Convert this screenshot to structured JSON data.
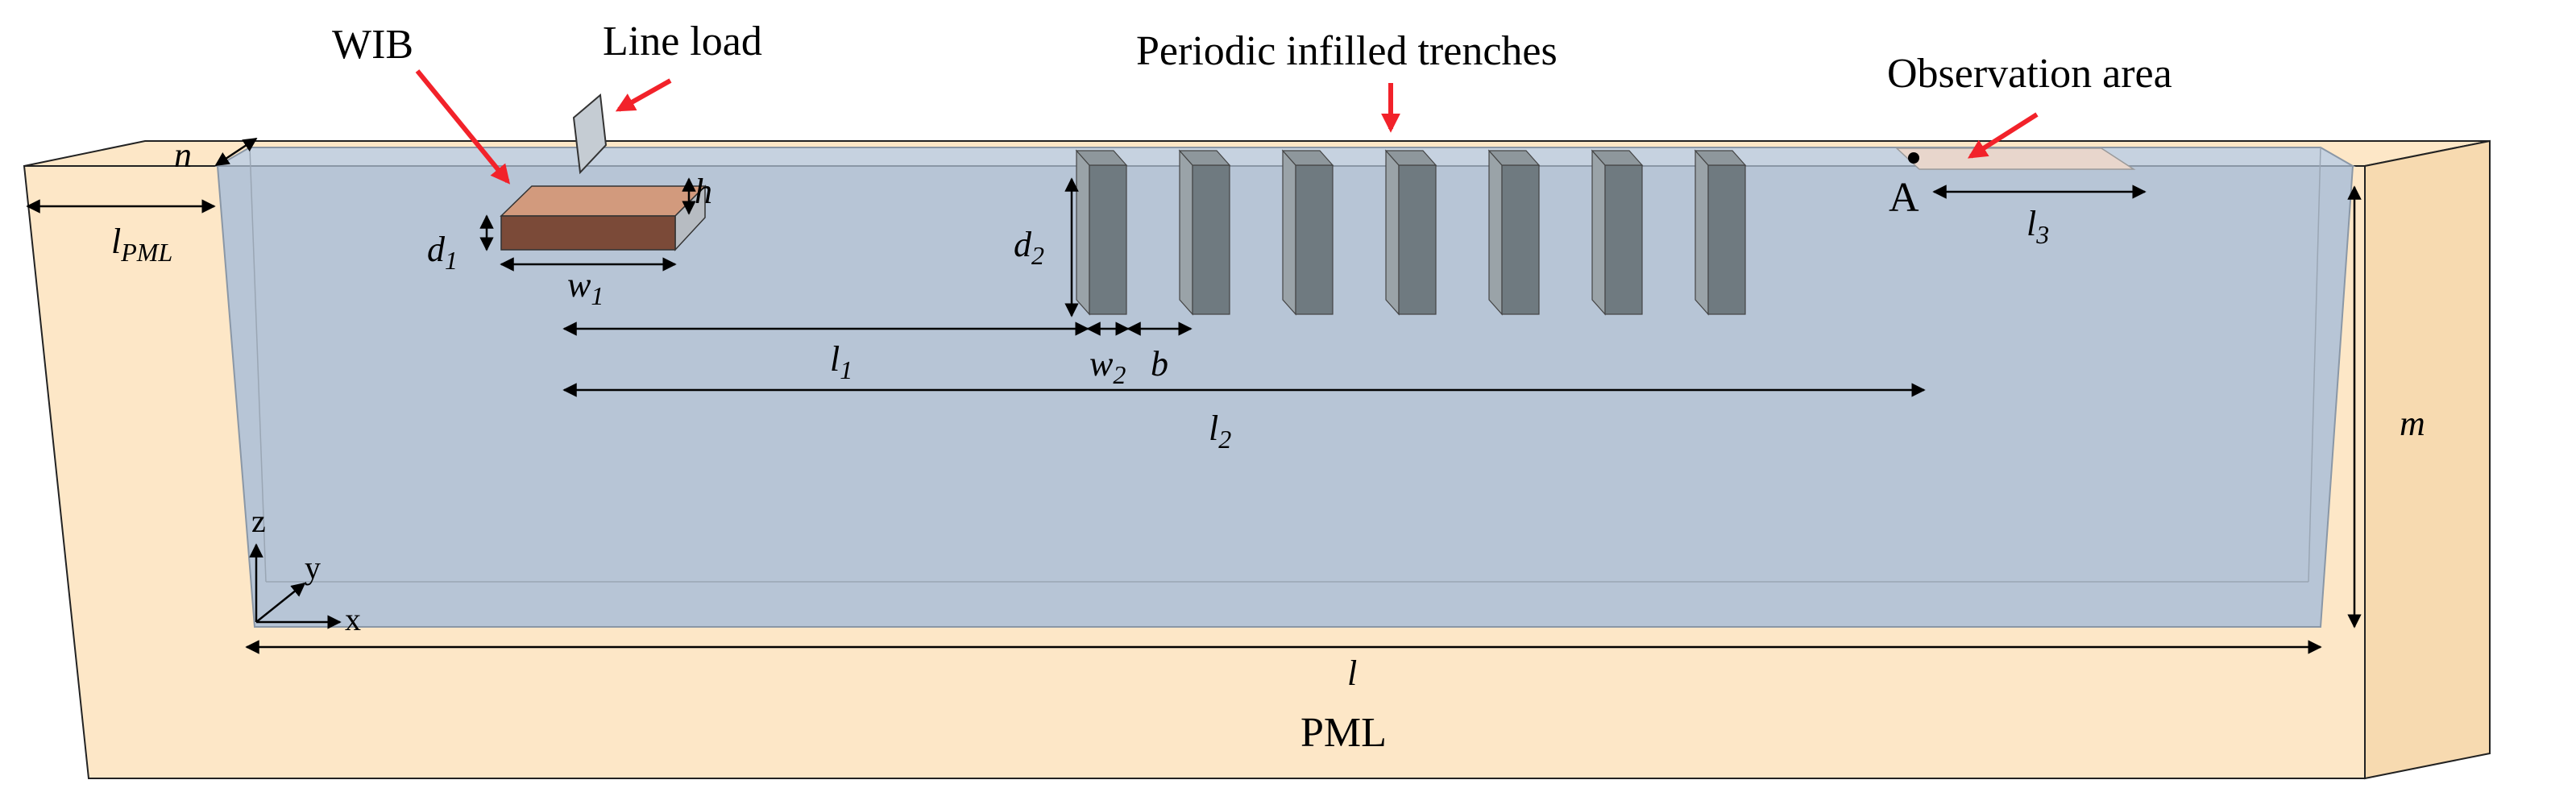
{
  "labels": {
    "wib": "WIB",
    "line_load": "Line load",
    "periodic_trenches": "Periodic infilled trenches",
    "observation_area": "Observation area",
    "point_a": "A",
    "pml": "PML",
    "n": "n",
    "l_pml": "l",
    "l_pml_sub": "PML",
    "h": "h",
    "d1": "d",
    "d1_sub": "1",
    "w1": "w",
    "w1_sub": "1",
    "d2": "d",
    "d2_sub": "2",
    "l1": "l",
    "l1_sub": "1",
    "w2": "w",
    "w2_sub": "2",
    "b": "b",
    "l2": "l",
    "l2_sub": "2",
    "l3": "l",
    "l3_sub": "3",
    "m": "m",
    "l": "l",
    "axis_z": "z",
    "axis_y": "y",
    "axis_x": "x"
  },
  "trench_count": 7,
  "colors": {
    "pml": "#fde7c7",
    "soil": "#b7c5d6",
    "trench": "#6f7a80",
    "wib": "#7b4a38",
    "arrow": "#f2222a"
  }
}
